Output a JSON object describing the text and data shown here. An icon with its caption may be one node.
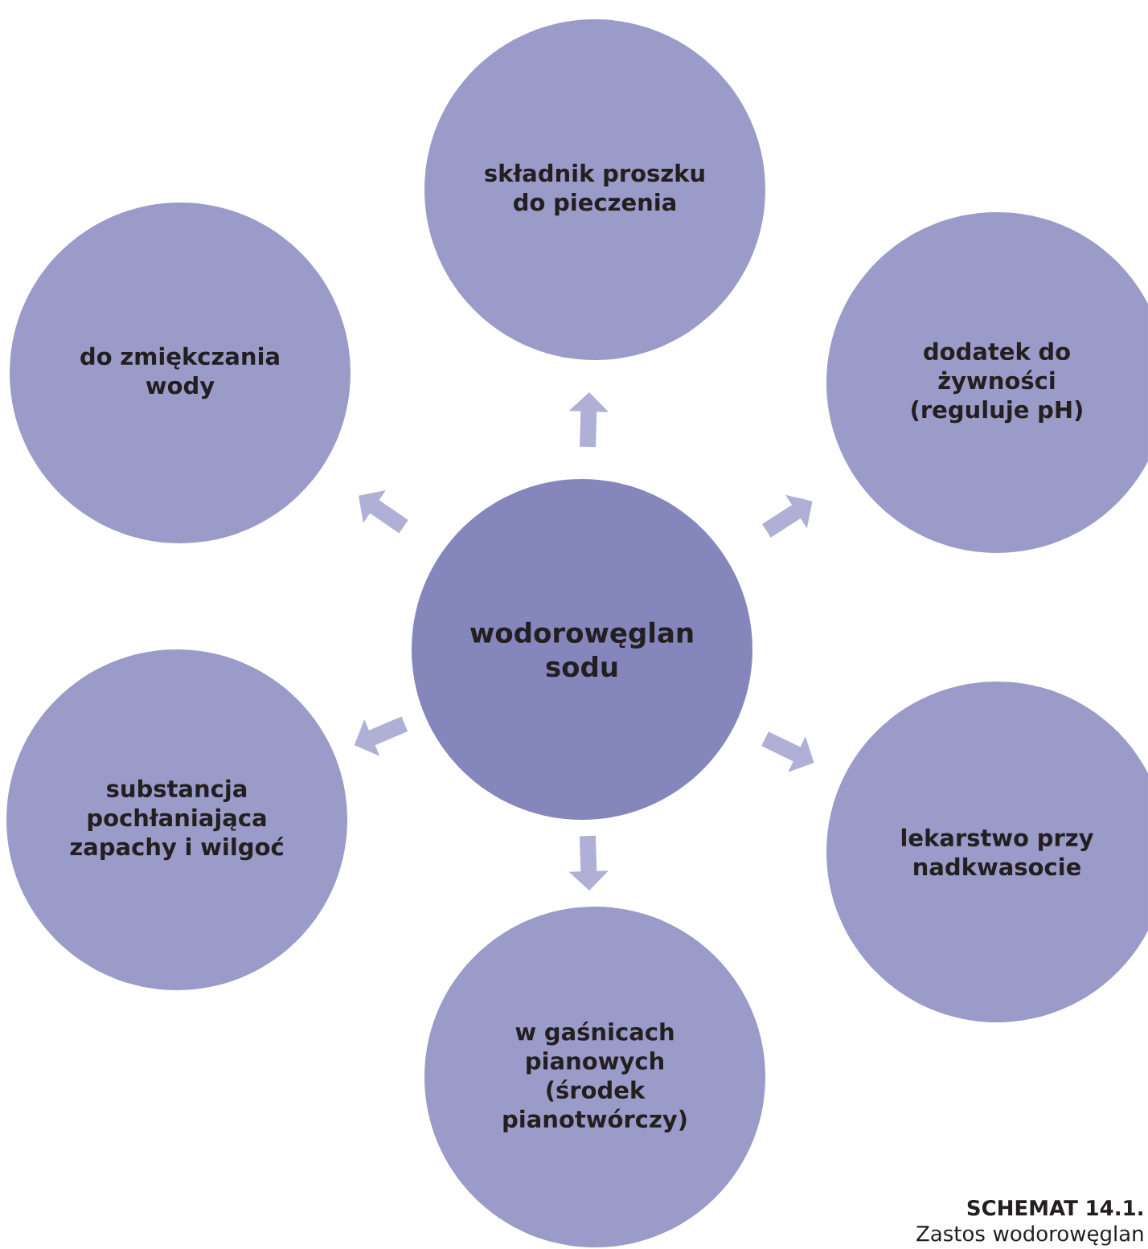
{
  "diagram": {
    "caption": "**SCHEMAT 14.1.** Zastos wodorowęglan",
    "nodes": [
      {
        "text": [
          "wodorowęglan sodu"
        ]
      },
      {
        "text": [
          "składnik proszku do pieczenia"
        ]
      },
      {
        "text": [
          "do zmiękczania wody"
        ]
      },
      {
        "text": [
          "dodatek do żywności (reguluje pH)"
        ]
      },
      {
        "text": [
          "substancja pochłaniająca zapachy i wilgoć"
        ]
      },
      {
        "text": [
          "lekarstwo przy nadkwasocie"
        ]
      },
      {
        "text": [
          "w gaśnicach pianowych (środek pianotwórczy)"
        ]
      }
    ],
    "edges": [
      {
        "from": 0,
        "to": 1,
        "arrow": "to"
      },
      {
        "from": 0,
        "to": 2,
        "arrow": "to"
      },
      {
        "from": 0,
        "to": 3,
        "arrow": "to"
      },
      {
        "from": 0,
        "to": 4,
        "arrow": "to"
      },
      {
        "from": 0,
        "to": 5,
        "arrow": "to"
      },
      {
        "from": 0,
        "to": 6,
        "arrow": "to"
      }
    ]
  }
}
